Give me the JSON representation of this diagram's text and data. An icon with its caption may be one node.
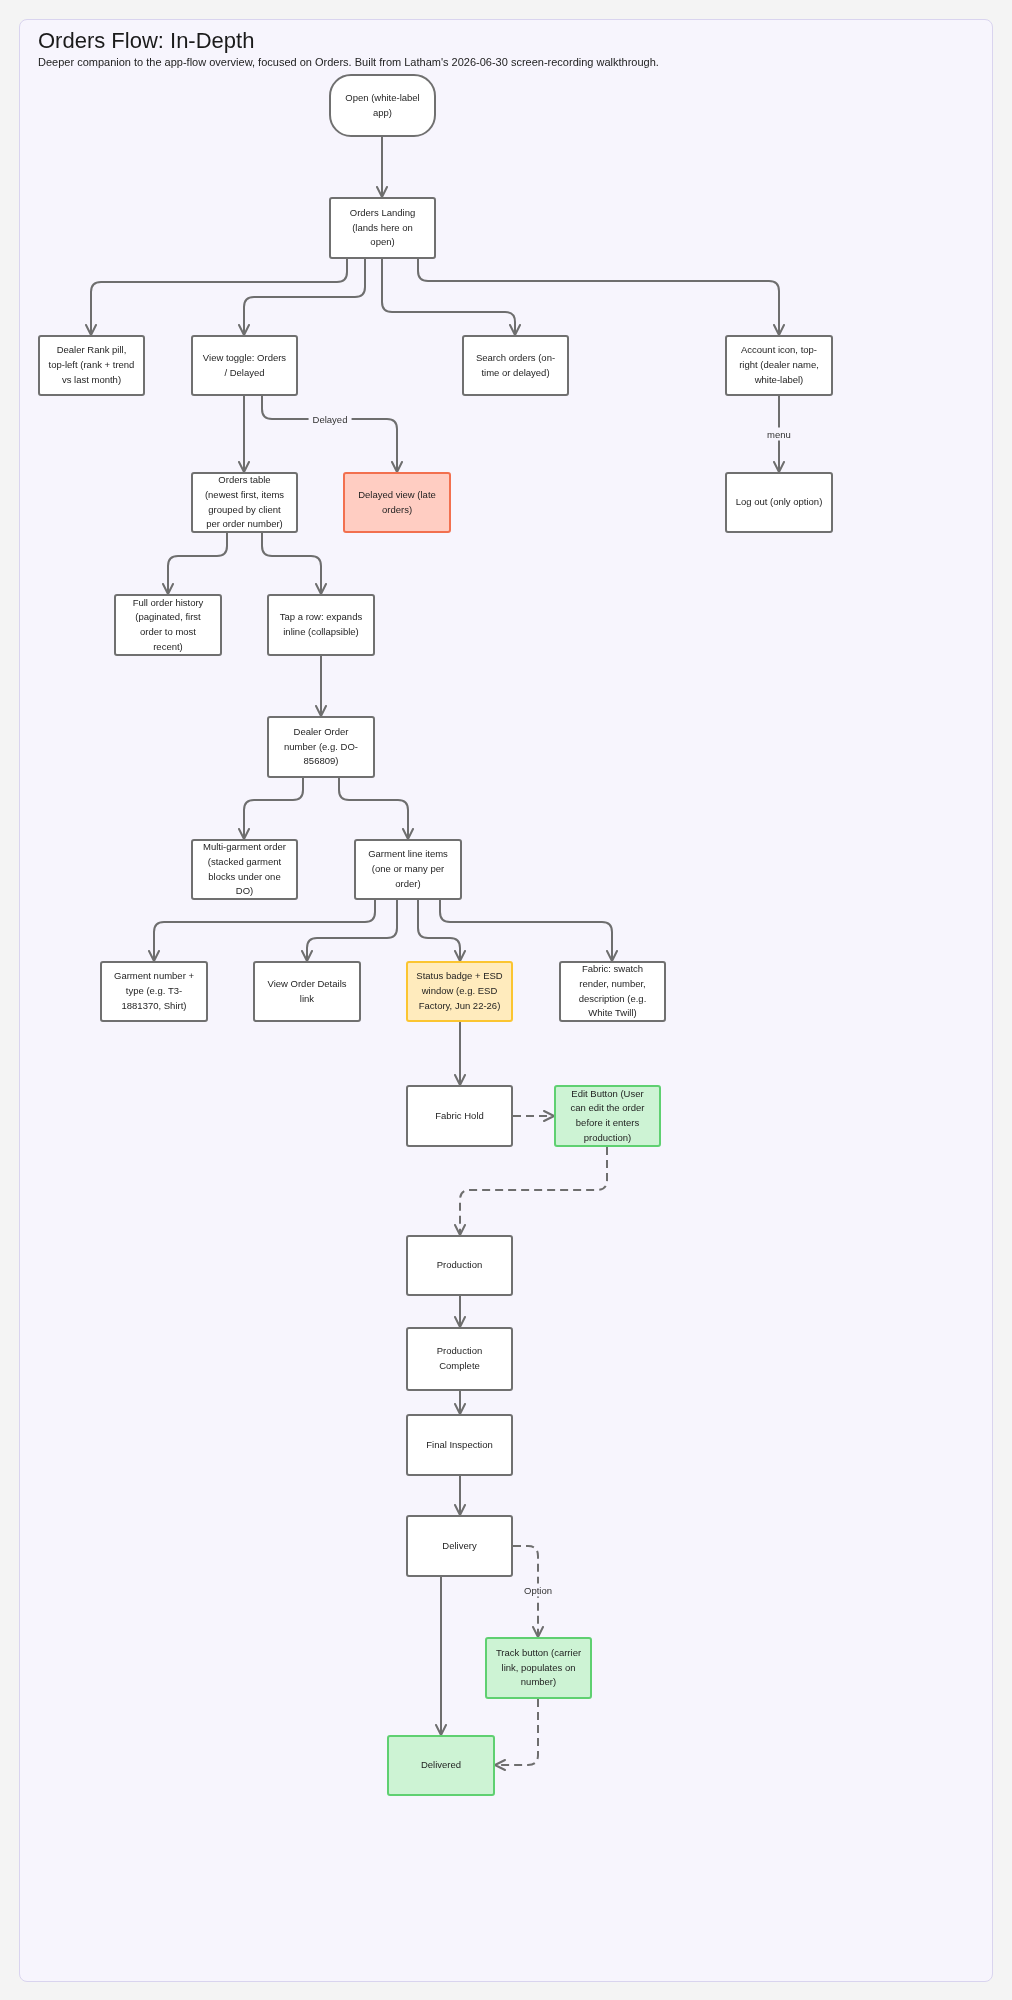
{
  "diagram": {
    "title": "Orders Flow: In-Depth",
    "caption": "Deeper companion to the app-flow overview, focused on Orders. Built from Latham's 2026-06-30 screen-recording walkthrough.",
    "nodes": [
      {
        "text": [
          "Open (white-label app)"
        ]
      },
      {
        "text": [
          "Orders Landing (lands here on open)"
        ]
      },
      {
        "text": [
          "Dealer Rank pill, top-left (rank + trend vs last month)"
        ]
      },
      {
        "text": [
          "View toggle: Orders / Delayed"
        ]
      },
      {
        "text": [
          "Search orders (on-time or delayed)"
        ]
      },
      {
        "text": [
          "Account icon, top-right (dealer name, white-label)"
        ]
      },
      {
        "text": [
          "Orders table (newest first, items grouped by client per order number)"
        ]
      },
      {
        "text": [
          "Delayed view (late orders)"
        ]
      },
      {
        "text": [
          "Log out (only option)"
        ]
      },
      {
        "text": [
          "Full order history (paginated, first order to most recent)"
        ]
      },
      {
        "text": [
          "Tap a row: expands inline (collapsible)"
        ]
      },
      {
        "text": [
          "Dealer Order number (e.g. DO-856809)"
        ]
      },
      {
        "text": [
          "Multi-garment order (stacked garment blocks under one DO)"
        ]
      },
      {
        "text": [
          "Garment line items (one or many per order)"
        ]
      },
      {
        "text": [
          "Garment number + type (e.g. T3-1881370, Shirt)"
        ]
      },
      {
        "text": [
          "View Order Details link"
        ]
      },
      {
        "text": [
          "Status badge + ESD window (e.g. ESD Factory, Jun 22-26)"
        ]
      },
      {
        "text": [
          "Fabric: swatch render, number, description (e.g. White Twill)"
        ]
      },
      {
        "text": [
          "Fabric Hold"
        ]
      },
      {
        "text": [
          "Edit Button (User can edit the order before it enters production)"
        ]
      },
      {
        "text": [
          "Production"
        ]
      },
      {
        "text": [
          "Production Complete"
        ]
      },
      {
        "text": [
          "Final Inspection"
        ]
      },
      {
        "text": [
          "Delivery"
        ]
      },
      {
        "text": [
          "Track button (carrier link, populates on number)"
        ]
      },
      {
        "text": [
          "Delivered"
        ]
      }
    ],
    "edges": [
      {
        "from": 0,
        "to": 1,
        "arrow": "to"
      },
      {
        "from": 1,
        "to": 2,
        "arrow": "to"
      },
      {
        "from": 1,
        "to": 3,
        "arrow": "to"
      },
      {
        "from": 1,
        "to": 4,
        "arrow": "to"
      },
      {
        "from": 1,
        "to": 5,
        "arrow": "to"
      },
      {
        "from": 3,
        "to": 6,
        "arrow": "to"
      },
      {
        "from": 3,
        "to": 7,
        "arrow": "to",
        "label": "Delayed"
      },
      {
        "from": 5,
        "to": 8,
        "arrow": "to",
        "label": "menu"
      },
      {
        "from": 6,
        "to": 9,
        "arrow": "to"
      },
      {
        "from": 6,
        "to": 10,
        "arrow": "to"
      },
      {
        "from": 10,
        "to": 11,
        "arrow": "to"
      },
      {
        "from": 11,
        "to": 12,
        "arrow": "to"
      },
      {
        "from": 11,
        "to": 13,
        "arrow": "to"
      },
      {
        "from": 13,
        "to": 14,
        "arrow": "to"
      },
      {
        "from": 13,
        "to": 15,
        "arrow": "to"
      },
      {
        "from": 13,
        "to": 16,
        "arrow": "to"
      },
      {
        "from": 13,
        "to": 17,
        "arrow": "to"
      },
      {
        "from": 16,
        "to": 18,
        "arrow": "to"
      },
      {
        "from": 18,
        "to": 19,
        "arrow": "to",
        "style": "dashed"
      },
      {
        "from": 19,
        "to": 20,
        "arrow": "to",
        "style": "dashed"
      },
      {
        "from": 20,
        "to": 21,
        "arrow": "to"
      },
      {
        "from": 21,
        "to": 22,
        "arrow": "to"
      },
      {
        "from": 22,
        "to": 23,
        "arrow": "to"
      },
      {
        "from": 23,
        "to": 25,
        "arrow": "to"
      },
      {
        "from": 23,
        "to": 24,
        "arrow": "to",
        "style": "dashed",
        "label": "Option"
      },
      {
        "from": 24,
        "to": 25,
        "arrow": "to",
        "style": "dashed"
      }
    ]
  }
}
